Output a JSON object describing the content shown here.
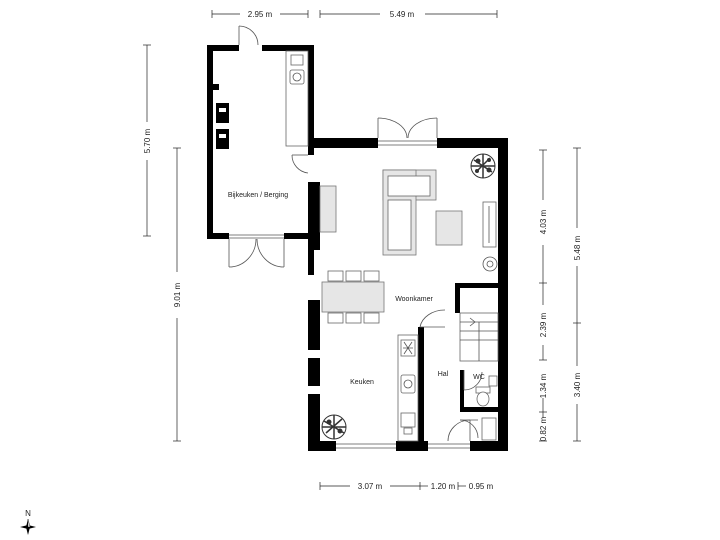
{
  "rooms": {
    "bijkeuken": "Bijkeuken / Berging",
    "woonkamer": "Woonkamer",
    "keuken": "Keuken",
    "hal": "Hal",
    "wc": "WC"
  },
  "dimensions": {
    "top_left": "2.95 m",
    "top_right": "5.49 m",
    "bottom_1": "3.07 m",
    "bottom_2": "1.20 m",
    "bottom_3": "0.95 m",
    "left_upper": "5.70 m",
    "left_lower": "9.01 m",
    "right_a": "4.03 m",
    "right_b": "2.39 m",
    "right_c": "1.34 m",
    "right_d": "0.82 m",
    "right_outer_1": "5.48 m",
    "right_outer_2": "3.40 m"
  },
  "compass": {
    "label": "N"
  }
}
